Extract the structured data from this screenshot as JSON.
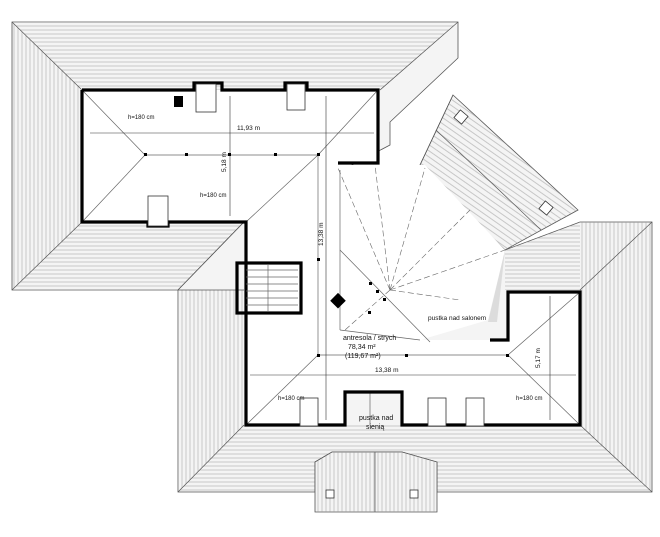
{
  "labels": {
    "h_top_left": "h=180 cm",
    "h_mid_left": "h=180 cm",
    "h_bottom_left": "h=180 cm",
    "h_bottom_right": "h=180 cm",
    "dim_top_width": "11,93 m",
    "dim_top_height": "5,18 m",
    "dim_center_height": "13,38 m",
    "dim_bottom_width": "13,38 m",
    "dim_right_height": "5,17 m",
    "room_name": "antresola / strych",
    "room_area": "78,34 m²",
    "room_area_total": "(119,67 m²)",
    "void_salon": "pustka nad salonem",
    "void_hall_line1": "pustka nad",
    "void_hall_line2": "sienią"
  }
}
